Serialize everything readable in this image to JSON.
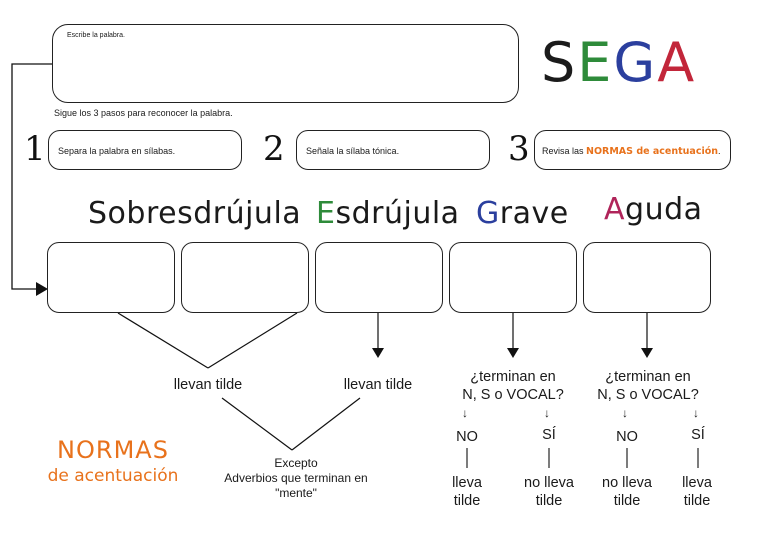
{
  "word_box": {
    "label": "Escribe la palabra."
  },
  "steps_intro": "Sigue los 3 pasos para reconocer la palabra.",
  "steps": [
    {
      "number": "1",
      "text": "Separa la palabra en sílabas."
    },
    {
      "number": "2",
      "text": "Señala la sílaba tónica."
    },
    {
      "number": "3",
      "text_before": "Revisa las ",
      "highlight": "NORMAS de acentuación",
      "text_after": "."
    }
  ],
  "logo": {
    "letters": [
      "S",
      "E",
      "G",
      "A"
    ],
    "colors": [
      "#1b1b1b",
      "#2e8b3a",
      "#2b3f9e",
      "#c2263a"
    ]
  },
  "categories": [
    {
      "first": "",
      "rest": "Sobresdrújula",
      "color": "#1b1b1b"
    },
    {
      "first": "E",
      "rest": "sdrújula",
      "color": "#2e8b3a"
    },
    {
      "first": "G",
      "rest": "rave",
      "color": "#2b3f9e"
    },
    {
      "first": "A",
      "rest": "guda",
      "color": "#b0245a"
    }
  ],
  "rules": {
    "sobresdrujula": "llevan tilde",
    "esdrujula": "llevan tilde",
    "exception_title": "Excepto",
    "exception_text": "Adverbios que terminan en",
    "exception_word": "\"mente\"",
    "question_line1": "¿terminan en",
    "question_line2": "N, S o VOCAL?",
    "arrow_glyph": "↓",
    "no": "NO",
    "si": "SÍ",
    "grave_no_line1": "lleva",
    "grave_no_line2": "tilde",
    "grave_si_line1": "no lleva",
    "grave_si_line2": "tilde",
    "aguda_no_line1": "no lleva",
    "aguda_no_line2": "tilde",
    "aguda_si_line1": "lleva",
    "aguda_si_line2": "tilde"
  },
  "norms_label": {
    "line1": "NORMAS",
    "line2": "de acentuación",
    "color": "#e8721c"
  }
}
